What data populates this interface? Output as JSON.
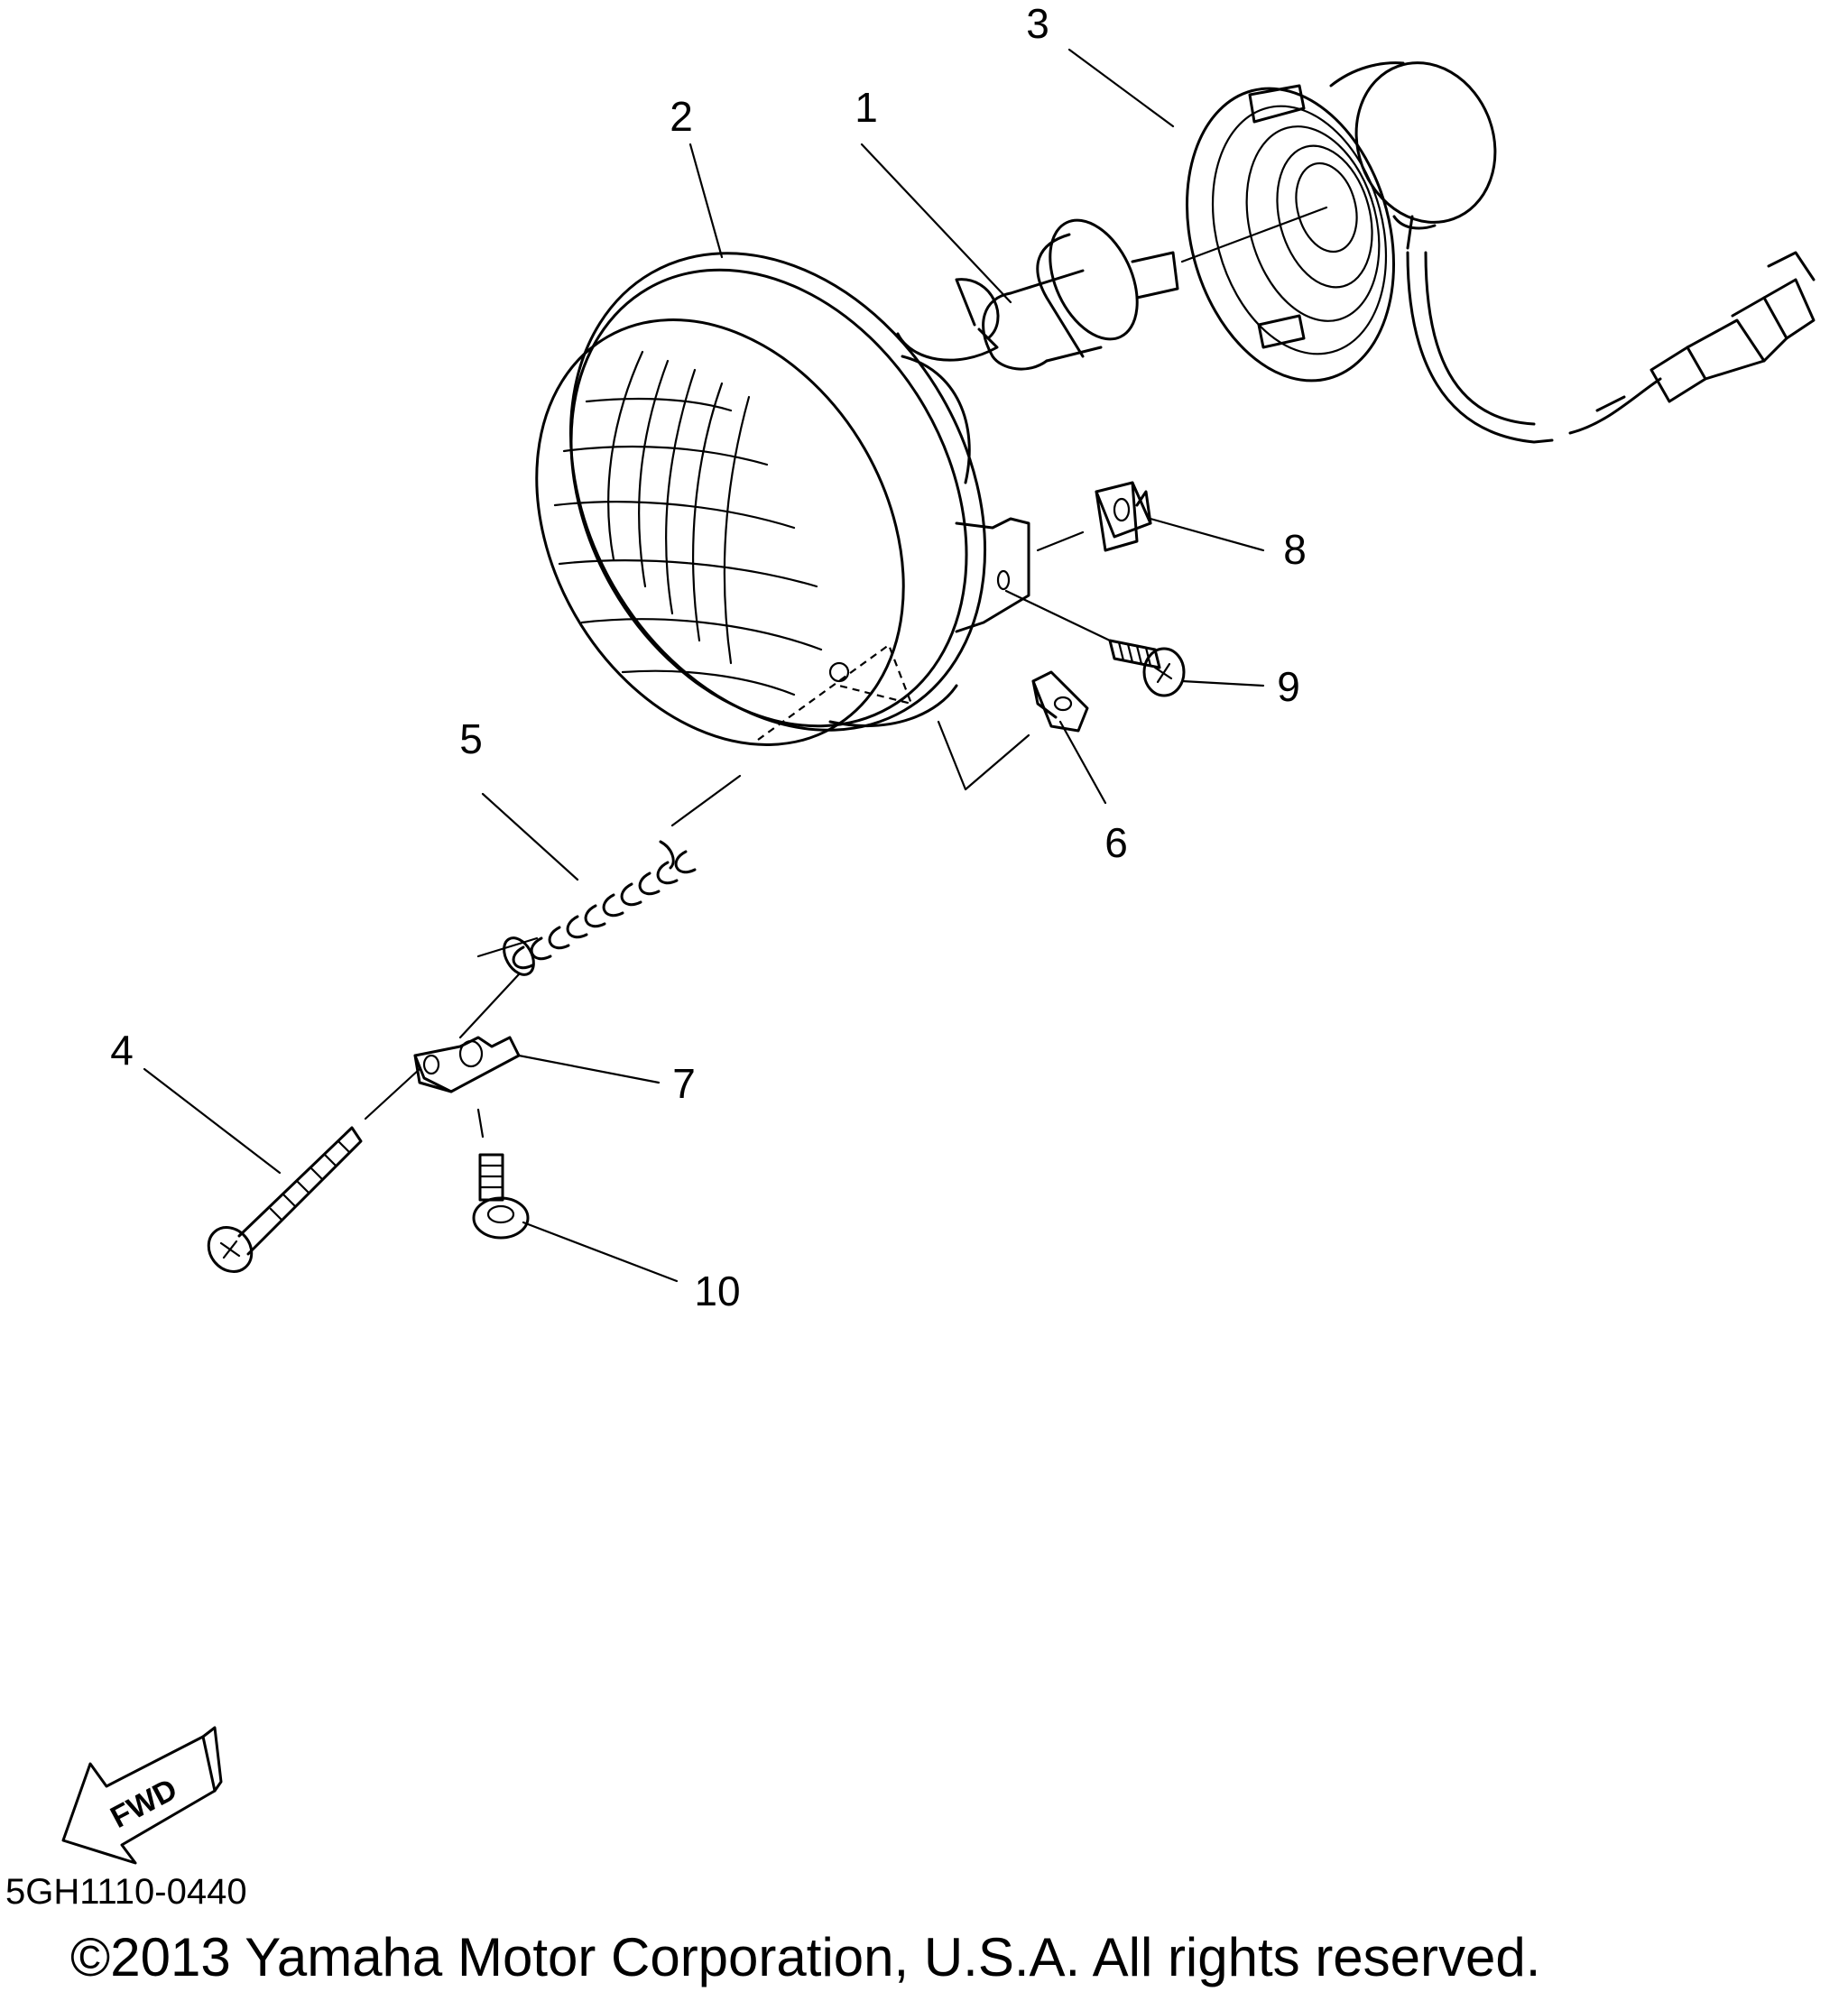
{
  "callouts": [
    {
      "id": "1",
      "label": "1"
    },
    {
      "id": "2",
      "label": "2"
    },
    {
      "id": "3",
      "label": "3"
    },
    {
      "id": "4",
      "label": "4"
    },
    {
      "id": "5",
      "label": "5"
    },
    {
      "id": "6",
      "label": "6"
    },
    {
      "id": "7",
      "label": "7"
    },
    {
      "id": "8",
      "label": "8"
    },
    {
      "id": "9",
      "label": "9"
    },
    {
      "id": "10",
      "label": "10"
    }
  ],
  "direction_arrow": {
    "label": "FWD"
  },
  "diagram_code": "5GH1110-0440",
  "copyright": "©2013 Yamaha Motor Corporation, U.S.A. All rights reserved."
}
